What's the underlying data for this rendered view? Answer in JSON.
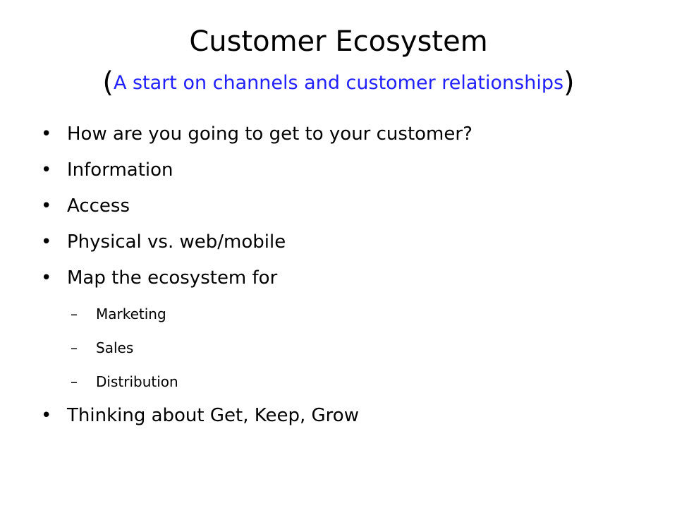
{
  "slide": {
    "title": "Customer Ecosystem",
    "subtitle": {
      "open_paren": "(",
      "text": "A start on channels and customer relationships",
      "close_paren": ")"
    },
    "accent_color": "#1f1fff",
    "bullet_symbol": "•",
    "sub_bullet_symbol": "–",
    "bullets": [
      "How are you going to get to your customer?",
      "Information",
      "Access",
      "Physical vs. web/mobile",
      "Map the ecosystem for"
    ],
    "sub_bullets": [
      "Marketing",
      "Sales",
      "Distribution"
    ],
    "final_bullet": "Thinking about Get, Keep, Grow"
  }
}
